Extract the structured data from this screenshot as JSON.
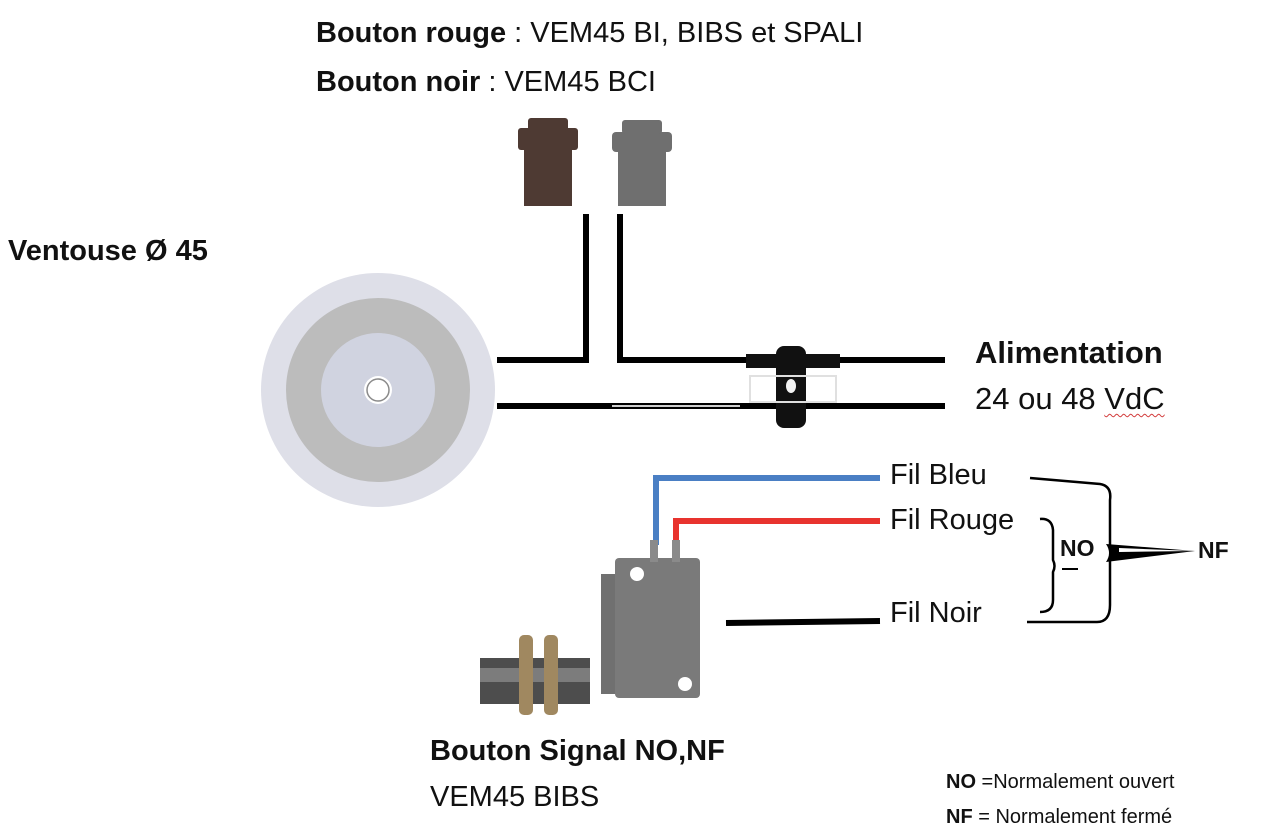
{
  "header": {
    "red_button_label": "Bouton rouge",
    "red_button_models": "VEM45 BI, BIBS et SPALI",
    "black_button_label": "Bouton noir",
    "black_button_models": "VEM45 BCI",
    "separator": " : "
  },
  "magnet": {
    "label": "Ventouse Ø 45"
  },
  "power": {
    "title": "Alimentation",
    "voltage_prefix": "24 ou 48 ",
    "voltage_unit": "VdC"
  },
  "wires": {
    "blue": "Fil Bleu",
    "red": "Fil Rouge",
    "black": "Fil Noir"
  },
  "contacts": {
    "no": "NO",
    "nf": "NF"
  },
  "switch": {
    "title": "Bouton Signal NO,NF",
    "model": "VEM45 BIBS"
  },
  "legend": {
    "no_abbr": "NO",
    "no_text": " =Normalement ouvert",
    "nf_abbr": "NF",
    "nf_text": " = Normalement fermé"
  },
  "colors": {
    "red_button": "#4e3a33",
    "black_button": "#6f6f6f",
    "blue_wire": "#4a7fc4",
    "red_wire": "#e8332e",
    "black_wire": "#000000",
    "magnet_outer": "#dedfe8",
    "magnet_ring": "#bcbcbc",
    "magnet_core": "#d0d3e0",
    "switch_body": "#7a7a7a"
  }
}
